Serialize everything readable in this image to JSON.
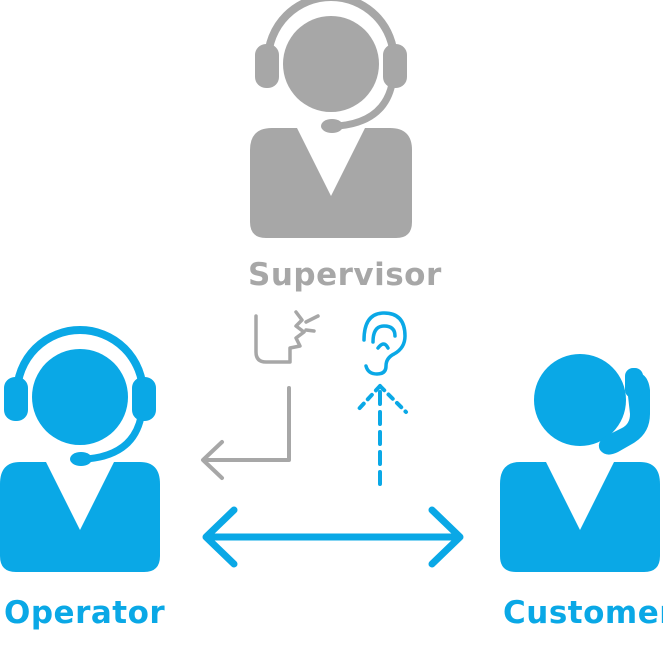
{
  "labels": {
    "supervisor": "Supervisor",
    "operator": "Operator",
    "customer": "Customer"
  },
  "colors": {
    "supervisor": "#a7a7a7",
    "agent": "#0aa8e6"
  },
  "icons": {
    "supervisor": "headset-person-icon",
    "operator": "headset-person-icon",
    "customer": "phone-person-icon",
    "whisper": "speaking-face-icon",
    "listen": "ear-icon"
  }
}
